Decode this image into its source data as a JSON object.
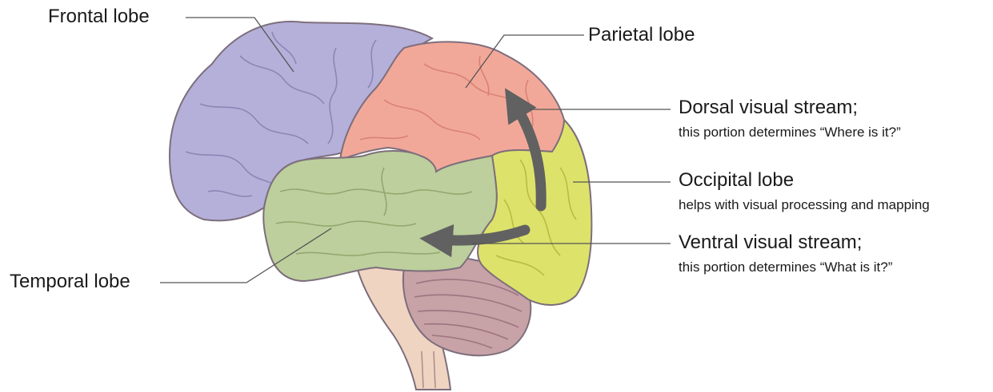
{
  "labels": {
    "frontal": {
      "title": "Frontal lobe"
    },
    "parietal": {
      "title": "Parietal lobe"
    },
    "temporal": {
      "title": "Temporal lobe"
    },
    "dorsal": {
      "title": "Dorsal visual stream;",
      "desc": "this portion determines “Where is it?”"
    },
    "occipital": {
      "title": "Occipital lobe",
      "desc": "helps with visual processing and mapping"
    },
    "ventral": {
      "title": "Ventral visual stream;",
      "desc": "this portion determines “What is it?”"
    }
  },
  "colors": {
    "frontal": "#b4b0da",
    "parietal": "#f2a899",
    "temporal": "#bccf9c",
    "occipital": "#dde36a",
    "cerebellum": "#c7a2a6",
    "brainstem": "#f0d4c2",
    "outline": "#7d6e7c",
    "arrow": "#616161",
    "leader_line": "#555555"
  }
}
